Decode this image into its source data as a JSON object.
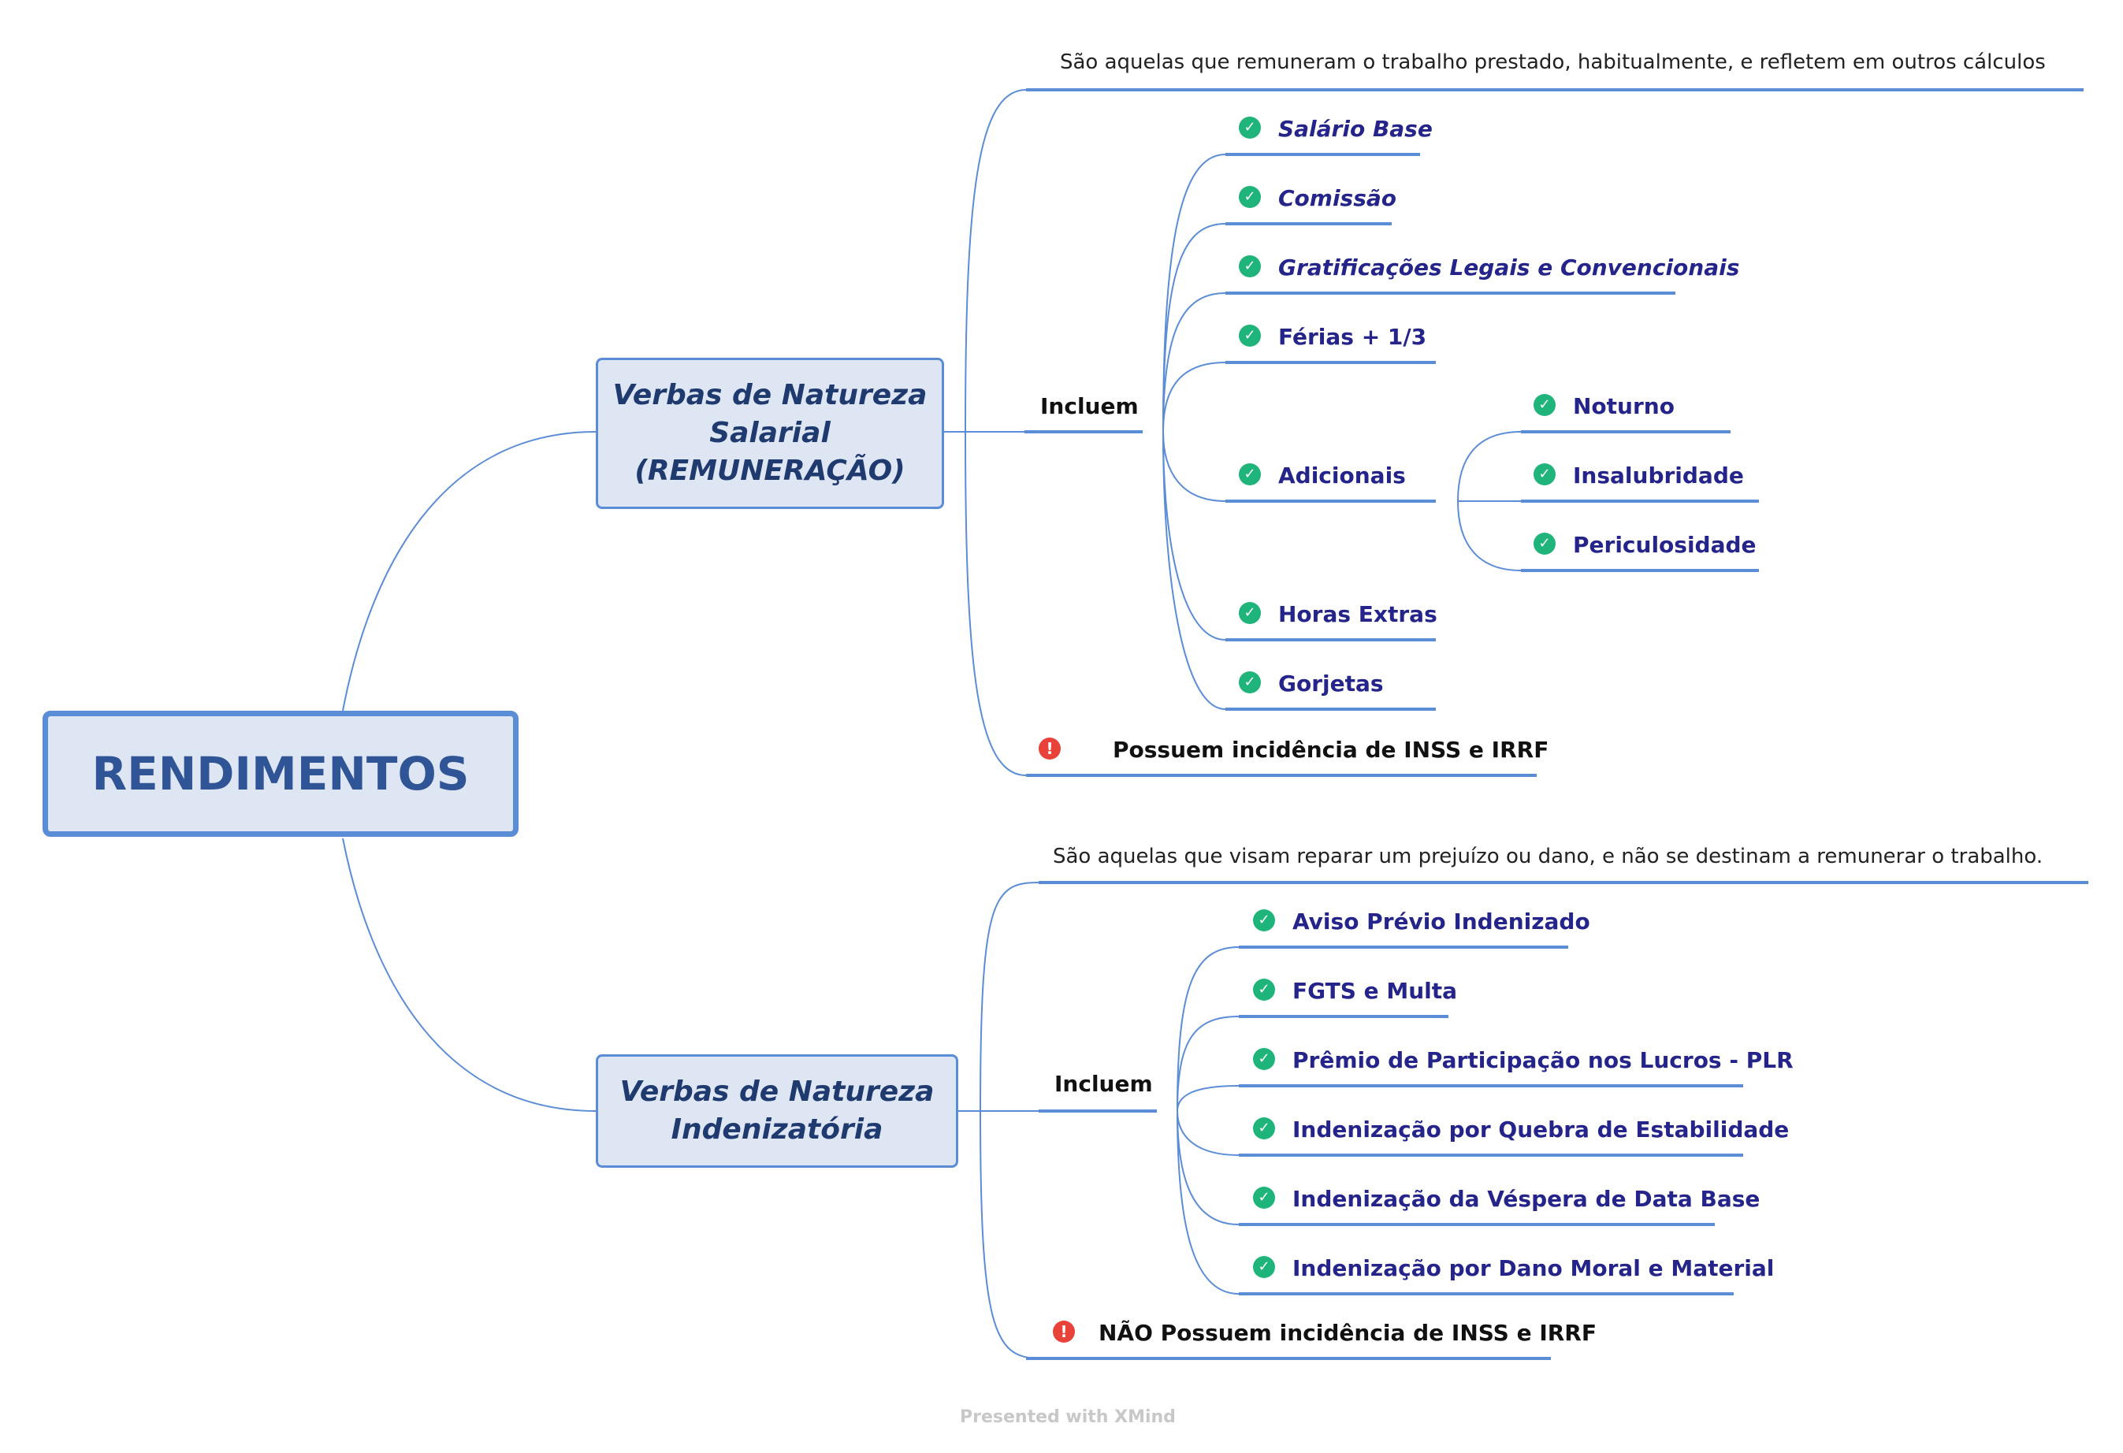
{
  "root": "RENDIMENTOS",
  "branch1": {
    "title_lines": [
      "Verbas de Natureza",
      "Salarial",
      "(REMUNERAÇÃO)"
    ],
    "description": "São aquelas que remuneram o trabalho prestado, habitualmente, e refletem em outros cálculos",
    "include_label": "Incluem",
    "items": [
      {
        "label": "Salário Base",
        "icon": "check-icon"
      },
      {
        "label": "Comissão",
        "icon": "check-icon"
      },
      {
        "label": "Gratificações Legais e Convencionais",
        "icon": "check-icon"
      },
      {
        "label": "Férias + 1/3",
        "icon": "check-icon"
      },
      {
        "label": "Adicionais",
        "icon": "check-icon"
      },
      {
        "label": "Horas Extras",
        "icon": "check-icon"
      },
      {
        "label": "Gorjetas",
        "icon": "check-icon"
      }
    ],
    "adicionais": [
      {
        "label": "Noturno",
        "icon": "check-icon"
      },
      {
        "label": "Insalubridade",
        "icon": "check-icon"
      },
      {
        "label": "Periculosidade",
        "icon": "check-icon"
      }
    ],
    "warning": {
      "label": "Possuem incidência de INSS e IRRF",
      "icon": "exclamation-icon"
    }
  },
  "branch2": {
    "title_lines": [
      "Verbas de Natureza",
      "Indenizatória"
    ],
    "description": "São aquelas que visam reparar um prejuízo ou dano, e não se destinam a remunerar o trabalho.",
    "include_label": "Incluem",
    "items": [
      {
        "label": "Aviso Prévio Indenizado",
        "icon": "check-icon"
      },
      {
        "label": "FGTS e Multa",
        "icon": "check-icon"
      },
      {
        "label": "Prêmio de Participação nos Lucros - PLR",
        "icon": "check-icon"
      },
      {
        "label": "Indenização por Quebra de Estabilidade",
        "icon": "check-icon"
      },
      {
        "label": "Indenização da Véspera de Data Base",
        "icon": "check-icon"
      },
      {
        "label": "Indenização por Dano Moral e Material",
        "icon": "check-icon"
      }
    ],
    "warning": {
      "label": "NÃO Possuem incidência de INSS e IRRF",
      "icon": "exclamation-icon"
    }
  },
  "footer": "Presented with XMind",
  "colors": {
    "line": "#5b8dd6",
    "topic_text": "#24248a",
    "check": "#1fb57a",
    "warning": "#e8423b",
    "box_fill": "#dfe6f3"
  }
}
